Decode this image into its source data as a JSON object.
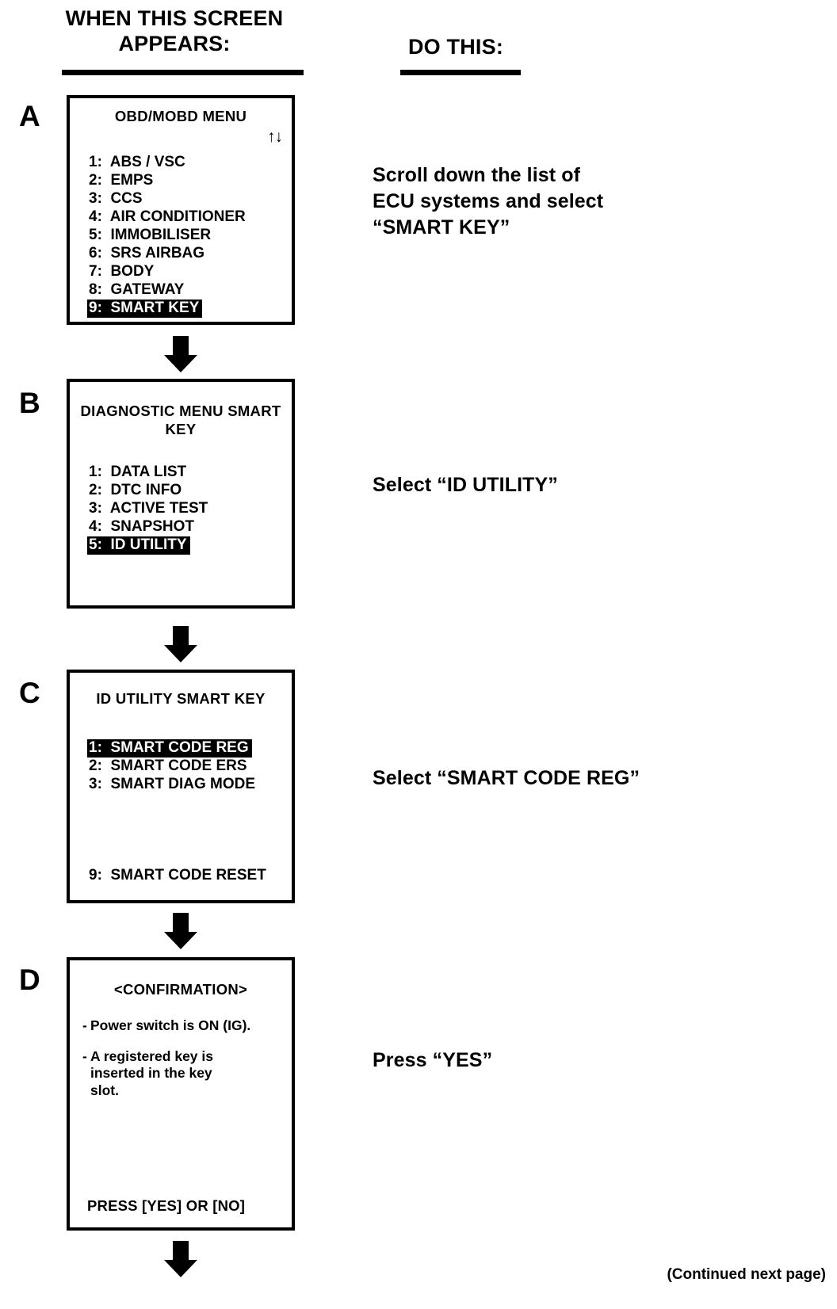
{
  "headers": {
    "left": "WHEN THIS\nSCREEN APPEARS:",
    "right": "DO THIS:"
  },
  "steps": [
    {
      "letter": "A",
      "screen": {
        "title": "OBD/MOBD MENU",
        "scroll_arrows": "↑↓",
        "items": [
          {
            "label": "1:  ABS / VSC",
            "selected": false
          },
          {
            "label": "2:  EMPS",
            "selected": false
          },
          {
            "label": "3:  CCS",
            "selected": false
          },
          {
            "label": "4:  AIR CONDITIONER",
            "selected": false
          },
          {
            "label": "5:  IMMOBILISER",
            "selected": false
          },
          {
            "label": "6:  SRS AIRBAG",
            "selected": false
          },
          {
            "label": "7:  BODY",
            "selected": false
          },
          {
            "label": "8:  GATEWAY",
            "selected": false
          },
          {
            "label": "9:  SMART KEY",
            "selected": true
          }
        ]
      },
      "instruction": "Scroll down the list of\nECU systems and select\n“SMART KEY”"
    },
    {
      "letter": "B",
      "screen": {
        "title": "DIAGNOSTIC MENU\nSMART KEY",
        "items": [
          {
            "label": "1:  DATA LIST",
            "selected": false
          },
          {
            "label": "2:  DTC INFO",
            "selected": false
          },
          {
            "label": "3:  ACTIVE TEST",
            "selected": false
          },
          {
            "label": "4:  SNAPSHOT",
            "selected": false
          },
          {
            "label": "5:  ID UTILITY",
            "selected": true
          }
        ]
      },
      "instruction": "Select “ID UTILITY”"
    },
    {
      "letter": "C",
      "screen": {
        "title": "ID UTILITY\nSMART KEY",
        "items": [
          {
            "label": "1:  SMART CODE REG",
            "selected": true
          },
          {
            "label": "2:  SMART CODE ERS",
            "selected": false
          },
          {
            "label": "3:  SMART DIAG MODE",
            "selected": false
          }
        ],
        "last_item": {
          "label": "9:  SMART CODE RESET",
          "selected": false
        }
      },
      "instruction": "Select “SMART CODE REG”"
    },
    {
      "letter": "D",
      "screen": {
        "title": "<CONFIRMATION>",
        "confirmation_lines": [
          "Power switch is ON (IG).",
          "A registered key is\ninserted in the key\nslot."
        ],
        "dash": "-",
        "footer": "PRESS [YES] OR [NO]"
      },
      "instruction": "Press “YES”"
    }
  ],
  "footer_note": "(Continued next page)",
  "colors": {
    "ink": "#000000",
    "paper": "#ffffff",
    "highlight_bg": "#000000",
    "highlight_fg": "#ffffff"
  }
}
